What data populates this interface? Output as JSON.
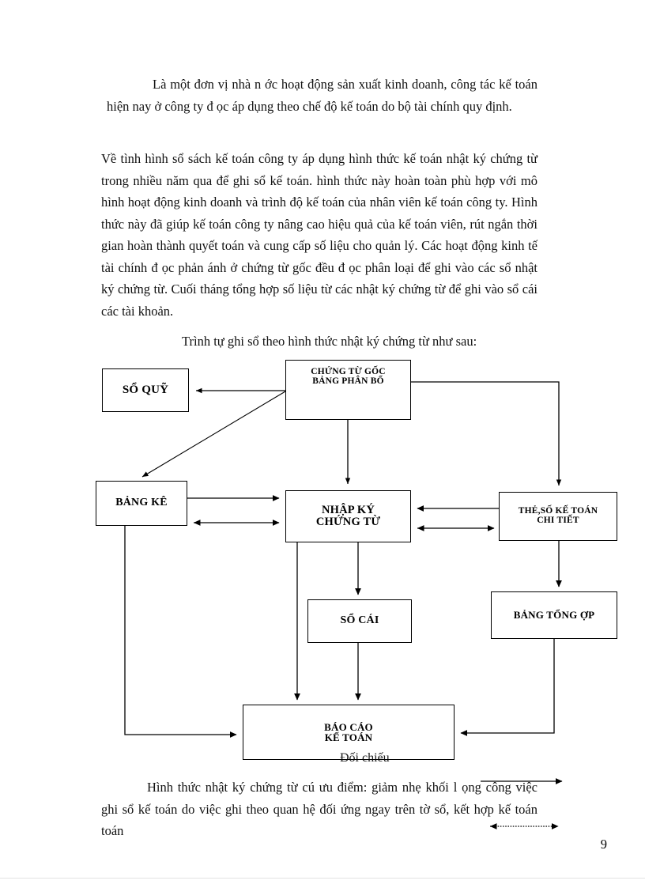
{
  "document": {
    "page_number": "9",
    "paragraphs": [
      {
        "id": "para-1",
        "indent": true,
        "text": "Là một đơn vị nhà n   ớc hoạt động sản xuất kinh  doanh, công tác kế toán hiện nay ở công ty đ   ọc áp dụng theo chế độ kế toán do bộ tài  chính quy định."
      },
      {
        "id": "para-2",
        "indent": false,
        "text": "Về tình hình sổ sách kế toán công ty áp dụng hình thức kế toán nhật ký  chứng từ trong nhiều  năm  qua để ghi sổ kế toán. hình thức này hoàn toàn phù hợp với mô hình hoạt động kinh  doanh và trình độ kế toán của nhân viên kế toán công ty. Hình thức này đã giúp  kế toán công ty nâng cao hiệu  quả của kế toán viên, rút ngắn thời  gian hoàn thành  quyết toán và cung cấp số liệu  cho quản lý.  Các hoạt động kinh  tế tài  chính đ   ọc phản ánh ở chứng từ gốc đều đ   ọc phân loại để ghi vào các sổ nhật ký chứng từ. Cuối tháng tổng hợp số liệu  từ các nhật ký chứng từ để ghi vào sổ cái các tài khoản."
      },
      {
        "id": "para-3",
        "indent": true,
        "text": "Trình tự ghi  sổ theo hình thức nhật ký  chứng từ như sau:"
      },
      {
        "id": "para-4",
        "indent": true,
        "text": "Hình thức nhật ký  chứng từ cú    ưu điểm: giảm nhẹ khối l   ọng công  việc ghi sổ kế toán do việc ghi theo quan hệ đối  ứng ngay trên tờ sổ, kết hợp kế toán toán"
      }
    ]
  },
  "diagram": {
    "title_reference": "Trình tự ghi sổ theo hình thức nhật ký chứng từ",
    "overlay_label": "Đối chiếu",
    "boxes": {
      "so_quy": {
        "line1": "SỔ QUỸ",
        "line2": ""
      },
      "chung_tu_goc": {
        "line1": "CHỨNG TỪ GỐC",
        "line2": "BẢNG PHÂN BỔ"
      },
      "bang_ke": {
        "line1": "BẢNG KÊ",
        "line2": ""
      },
      "nhap_ky_chung_tu": {
        "line1": "NHẬP KÝ",
        "line2": "CHỨNG TỪ"
      },
      "the_so_ke_toan": {
        "line1": "THẺ,SỐ KẾ TOÁN",
        "line2": "CHI TIẾT"
      },
      "so_cai": {
        "line1": "SỔ CÁI",
        "line2": ""
      },
      "bang_tong_hop": {
        "line1": "BẢNG TỔNG ỢP",
        "line2": ""
      },
      "bao_cao_ke_toan": {
        "line1": "BÁO CÁO",
        "line2": "KẾ TOÁN"
      }
    },
    "colors": {
      "stroke": "#000000",
      "background": "#ffffff"
    }
  }
}
